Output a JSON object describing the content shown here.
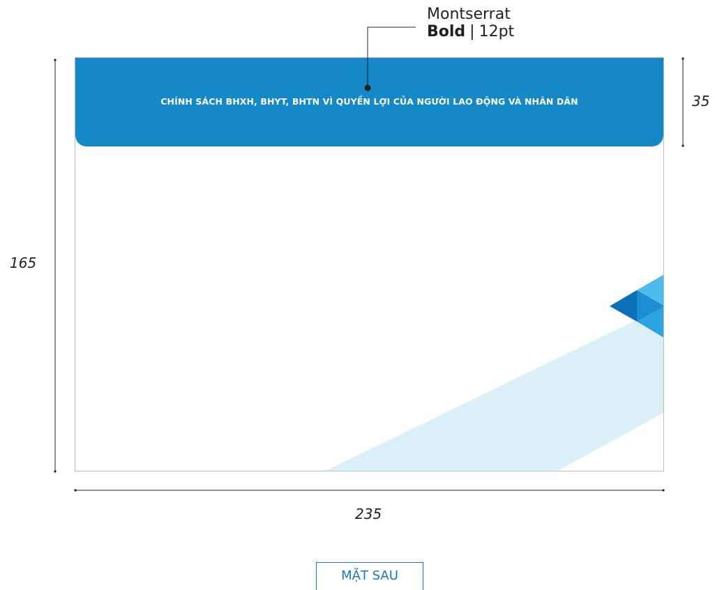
{
  "annotation": {
    "font_name": "Montserrat",
    "font_weight": "Bold",
    "separator": "|",
    "font_size": "12pt"
  },
  "card": {
    "header_title": "CHÍNH SÁCH BHXH, BHYT, BHTN VÌ QUYỀN LỢI CỦA NGƯỜI LAO ĐỘNG VÀ NHÂN DÂN"
  },
  "dimensions": {
    "height": "165",
    "header_height": "35",
    "width": "235"
  },
  "side_label": "MẶT SAU",
  "colors": {
    "header_blue": "#1589c8",
    "stripe_light": "#dbeff9",
    "triangle_dark": "#0d6eb8",
    "triangle_mid": "#1a8dd3",
    "triangle_light": "#4cbbec",
    "triangle_bright": "#2ba3e0",
    "line": "#231f20",
    "badge_blue": "#1a75bc"
  }
}
